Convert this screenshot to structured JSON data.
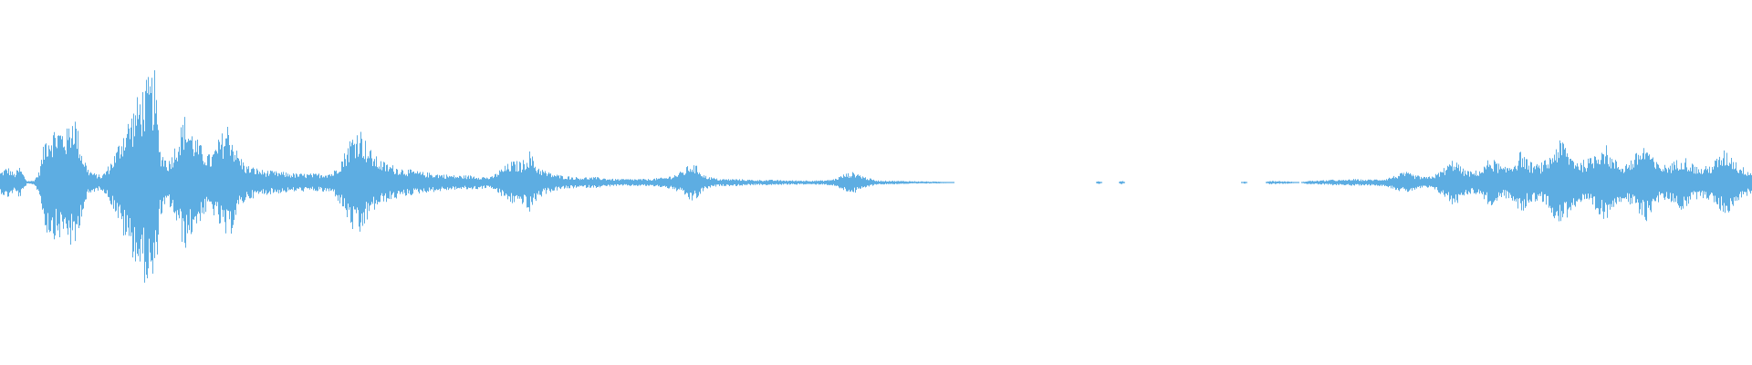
{
  "waveform": {
    "color": "#5dade2",
    "baseline_fraction": 0.5,
    "envelope": [
      [
        0.0,
        0.06
      ],
      [
        0.004,
        0.09
      ],
      [
        0.008,
        0.05
      ],
      [
        0.011,
        0.09
      ],
      [
        0.015,
        0.01
      ],
      [
        0.019,
        0.01
      ],
      [
        0.022,
        0.06
      ],
      [
        0.026,
        0.28
      ],
      [
        0.032,
        0.32
      ],
      [
        0.038,
        0.3
      ],
      [
        0.042,
        0.42
      ],
      [
        0.046,
        0.2
      ],
      [
        0.05,
        0.08
      ],
      [
        0.054,
        0.05
      ],
      [
        0.058,
        0.04
      ],
      [
        0.062,
        0.1
      ],
      [
        0.066,
        0.18
      ],
      [
        0.07,
        0.3
      ],
      [
        0.075,
        0.4
      ],
      [
        0.08,
        0.52
      ],
      [
        0.084,
        0.58
      ],
      [
        0.088,
        0.62
      ],
      [
        0.091,
        0.2
      ],
      [
        0.096,
        0.12
      ],
      [
        0.1,
        0.22
      ],
      [
        0.105,
        0.38
      ],
      [
        0.11,
        0.28
      ],
      [
        0.115,
        0.2
      ],
      [
        0.12,
        0.15
      ],
      [
        0.125,
        0.25
      ],
      [
        0.13,
        0.34
      ],
      [
        0.135,
        0.18
      ],
      [
        0.14,
        0.1
      ],
      [
        0.15,
        0.07
      ],
      [
        0.16,
        0.06
      ],
      [
        0.17,
        0.05
      ],
      [
        0.18,
        0.05
      ],
      [
        0.19,
        0.06
      ],
      [
        0.196,
        0.16
      ],
      [
        0.2,
        0.26
      ],
      [
        0.205,
        0.32
      ],
      [
        0.21,
        0.2
      ],
      [
        0.215,
        0.14
      ],
      [
        0.22,
        0.11
      ],
      [
        0.23,
        0.08
      ],
      [
        0.24,
        0.06
      ],
      [
        0.25,
        0.05
      ],
      [
        0.26,
        0.04
      ],
      [
        0.27,
        0.04
      ],
      [
        0.28,
        0.03
      ],
      [
        0.286,
        0.08
      ],
      [
        0.292,
        0.12
      ],
      [
        0.298,
        0.12
      ],
      [
        0.302,
        0.18
      ],
      [
        0.306,
        0.1
      ],
      [
        0.312,
        0.06
      ],
      [
        0.32,
        0.04
      ],
      [
        0.33,
        0.03
      ],
      [
        0.34,
        0.03
      ],
      [
        0.35,
        0.02
      ],
      [
        0.36,
        0.02
      ],
      [
        0.37,
        0.02
      ],
      [
        0.38,
        0.03
      ],
      [
        0.386,
        0.05
      ],
      [
        0.39,
        0.07
      ],
      [
        0.394,
        0.11
      ],
      [
        0.398,
        0.09
      ],
      [
        0.402,
        0.04
      ],
      [
        0.41,
        0.02
      ],
      [
        0.42,
        0.02
      ],
      [
        0.43,
        0.015
      ],
      [
        0.44,
        0.015
      ],
      [
        0.45,
        0.012
      ],
      [
        0.46,
        0.012
      ],
      [
        0.47,
        0.012
      ],
      [
        0.476,
        0.02
      ],
      [
        0.482,
        0.05
      ],
      [
        0.488,
        0.06
      ],
      [
        0.494,
        0.03
      ],
      [
        0.5,
        0.012
      ],
      [
        0.51,
        0.01
      ],
      [
        0.52,
        0.008
      ],
      [
        0.53,
        0.006
      ],
      [
        0.54,
        0.004
      ],
      [
        0.545,
        0.0
      ],
      [
        0.625,
        0.0
      ],
      [
        0.627,
        0.01
      ],
      [
        0.629,
        0.0
      ],
      [
        0.638,
        0.0
      ],
      [
        0.64,
        0.012
      ],
      [
        0.642,
        0.0
      ],
      [
        0.708,
        0.0
      ],
      [
        0.71,
        0.008
      ],
      [
        0.712,
        0.0
      ],
      [
        0.722,
        0.0
      ],
      [
        0.724,
        0.01
      ],
      [
        0.73,
        0.008
      ],
      [
        0.736,
        0.006
      ],
      [
        0.742,
        0.0
      ],
      [
        0.746,
        0.01
      ],
      [
        0.754,
        0.012
      ],
      [
        0.76,
        0.016
      ],
      [
        0.766,
        0.014
      ],
      [
        0.772,
        0.02
      ],
      [
        0.778,
        0.016
      ],
      [
        0.784,
        0.018
      ],
      [
        0.79,
        0.02
      ],
      [
        0.796,
        0.04
      ],
      [
        0.802,
        0.06
      ],
      [
        0.808,
        0.04
      ],
      [
        0.814,
        0.03
      ],
      [
        0.82,
        0.05
      ],
      [
        0.826,
        0.1
      ],
      [
        0.83,
        0.14
      ],
      [
        0.834,
        0.08
      ],
      [
        0.84,
        0.06
      ],
      [
        0.846,
        0.08
      ],
      [
        0.85,
        0.14
      ],
      [
        0.854,
        0.12
      ],
      [
        0.858,
        0.08
      ],
      [
        0.864,
        0.12
      ],
      [
        0.868,
        0.18
      ],
      [
        0.872,
        0.12
      ],
      [
        0.878,
        0.1
      ],
      [
        0.884,
        0.14
      ],
      [
        0.888,
        0.22
      ],
      [
        0.892,
        0.24
      ],
      [
        0.896,
        0.16
      ],
      [
        0.902,
        0.12
      ],
      [
        0.908,
        0.14
      ],
      [
        0.912,
        0.2
      ],
      [
        0.916,
        0.22
      ],
      [
        0.92,
        0.14
      ],
      [
        0.926,
        0.1
      ],
      [
        0.932,
        0.14
      ],
      [
        0.936,
        0.2
      ],
      [
        0.94,
        0.22
      ],
      [
        0.944,
        0.12
      ],
      [
        0.95,
        0.1
      ],
      [
        0.956,
        0.12
      ],
      [
        0.96,
        0.16
      ],
      [
        0.964,
        0.12
      ],
      [
        0.97,
        0.08
      ],
      [
        0.976,
        0.1
      ],
      [
        0.98,
        0.14
      ],
      [
        0.984,
        0.18
      ],
      [
        0.988,
        0.16
      ],
      [
        0.992,
        0.1
      ],
      [
        0.996,
        0.08
      ],
      [
        1.0,
        0.06
      ]
    ]
  }
}
